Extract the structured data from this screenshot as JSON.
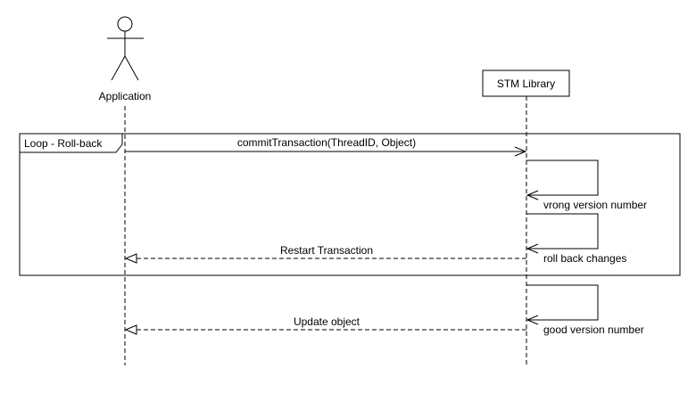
{
  "actors": [
    {
      "id": "app",
      "label": "Application",
      "kind": "actor-figure"
    },
    {
      "id": "stm",
      "label": "STM Library",
      "kind": "box"
    }
  ],
  "fragment": {
    "type": "loop",
    "label": "Loop - Roll-back"
  },
  "messages": [
    {
      "text": "commitTransaction(ThreadID, Object)",
      "from": "app",
      "to": "stm",
      "kind": "sync-call"
    },
    {
      "text": "vrong version number",
      "from": "stm",
      "to": "stm",
      "kind": "self-call"
    },
    {
      "text": "roll back changes",
      "from": "stm",
      "to": "stm",
      "kind": "self-call"
    },
    {
      "text": "Restart Transaction",
      "from": "stm",
      "to": "app",
      "kind": "return"
    },
    {
      "text": "good version number",
      "from": "stm",
      "to": "stm",
      "kind": "self-call"
    },
    {
      "text": "Update object",
      "from": "stm",
      "to": "app",
      "kind": "return"
    }
  ],
  "style": {
    "stroke": "#000000",
    "background": "#ffffff"
  }
}
